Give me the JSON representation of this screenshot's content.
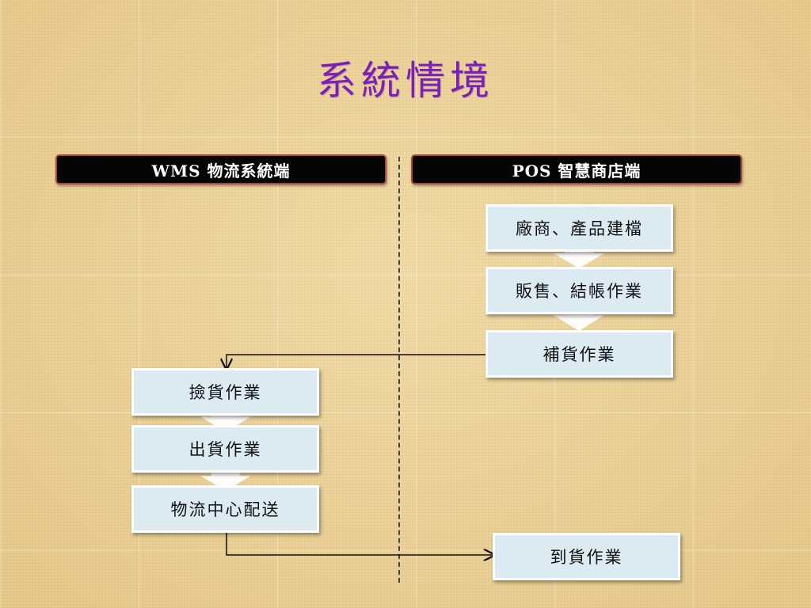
{
  "title": "系統情境",
  "headers": {
    "wms": "WMS 物流系統端",
    "pos": "POS 智慧商店端"
  },
  "pos_steps": [
    "廠商、產品建檔",
    "販售、結帳作業",
    "補貨作業"
  ],
  "wms_steps": [
    "撿貨作業",
    "出貨作業",
    "物流中心配送"
  ],
  "final_step": "到貨作業",
  "colors": {
    "title": "#7a1fb8",
    "header_bg": "#050505",
    "header_border": "#a8473a",
    "box_fill": "#dcebf2",
    "box_border": "#ffffff",
    "connector": "#111111"
  }
}
